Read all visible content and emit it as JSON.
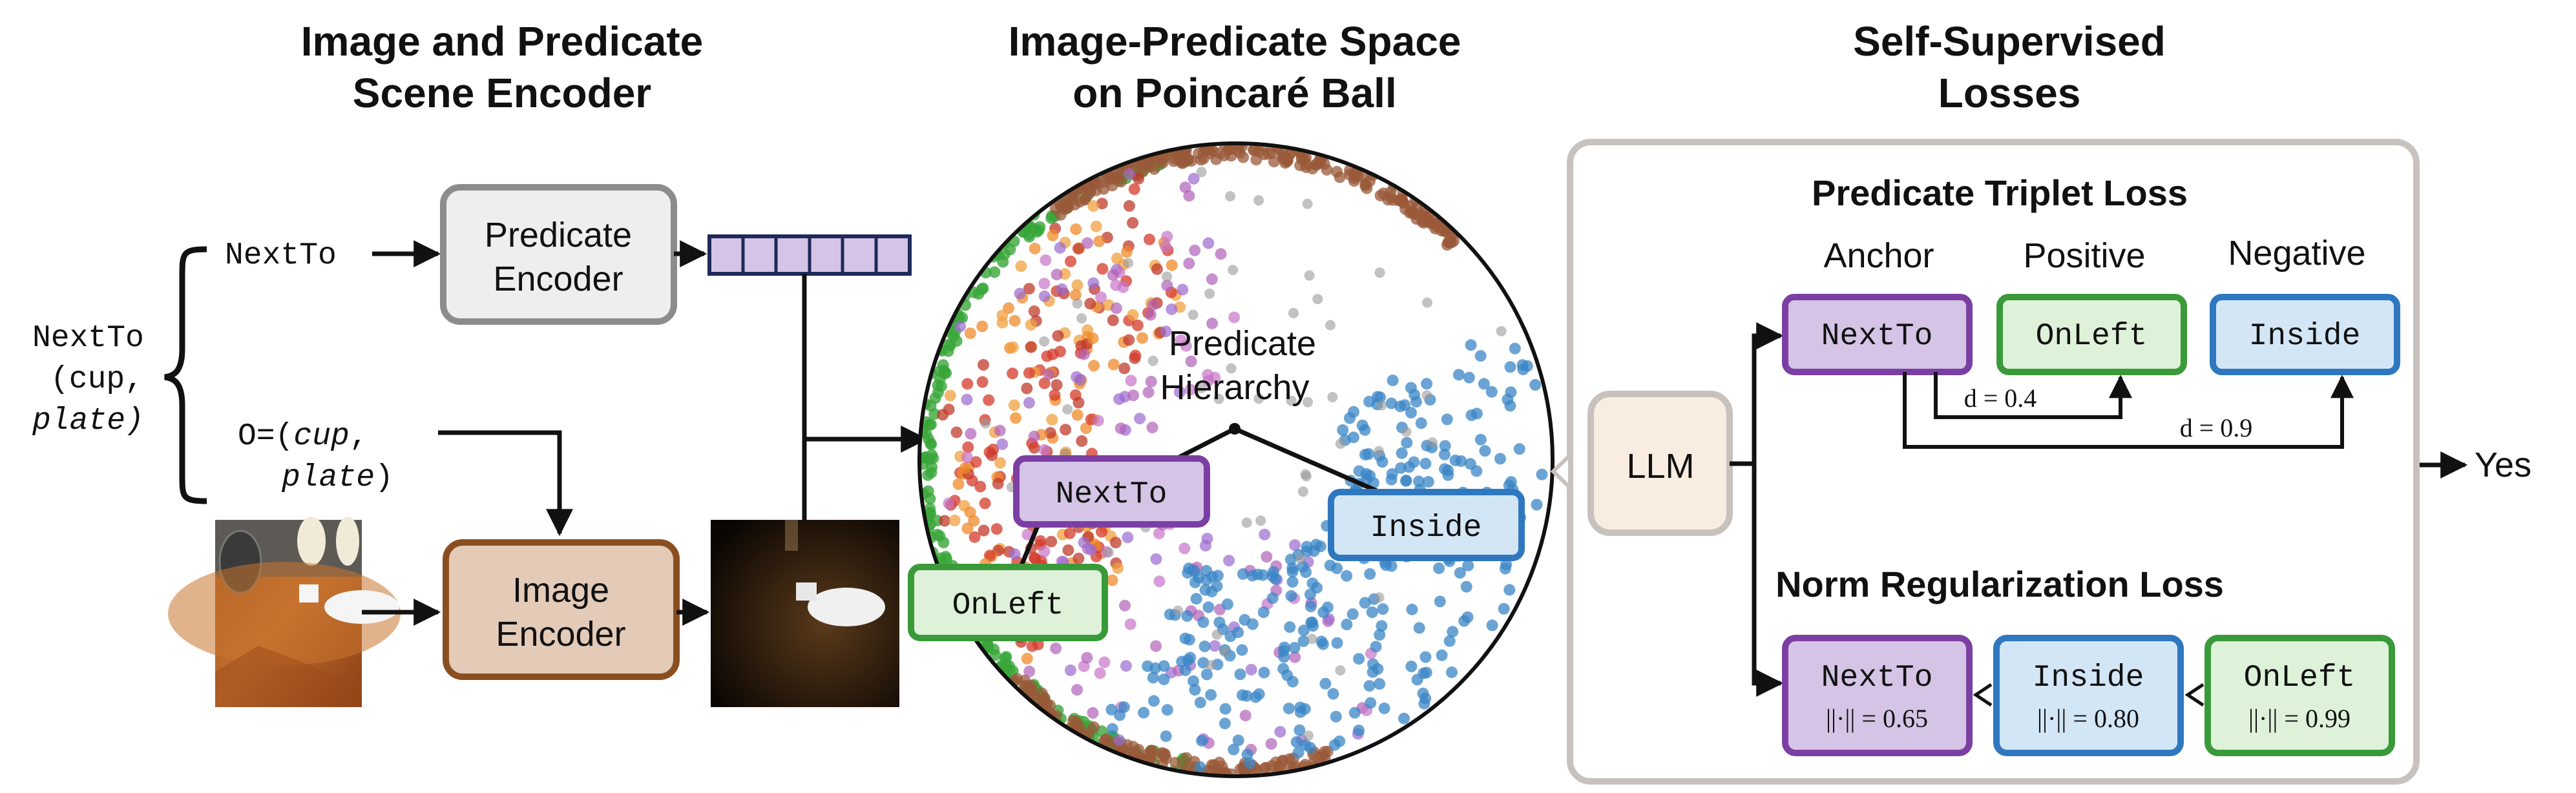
{
  "sections": {
    "encoder_title": [
      "Image and Predicate",
      "Scene Encoder"
    ],
    "space_title": [
      "Image-Predicate Space",
      "on Poincaré Ball"
    ],
    "losses_title": [
      "Self-Supervised",
      "Losses"
    ]
  },
  "input": {
    "query_lines": [
      "NextTo",
      "(cup,",
      "plate)"
    ],
    "predicate": "NextTo",
    "objects_prefix": "O=(",
    "obj1": "cup",
    "obj1_sep": ",",
    "obj2": "plate",
    "objects_suffix": ")"
  },
  "encoders": {
    "predicate_encoder": [
      "Predicate",
      "Encoder"
    ],
    "image_encoder": [
      "Image",
      "Encoder"
    ]
  },
  "ball": {
    "hierarchy_label": [
      "Predicate",
      "Hierarchy"
    ],
    "nodes": {
      "nextto": "NextTo",
      "inside": "Inside",
      "onleft": "OnLeft"
    }
  },
  "losses": {
    "llm": "LLM",
    "triplet_title": "Predicate Triplet Loss",
    "anchor_label": "Anchor",
    "positive_label": "Positive",
    "negative_label": "Negative",
    "anchor": "NextTo",
    "positive": "OnLeft",
    "negative": "Inside",
    "d_pos": "d = 0.4",
    "d_neg": "d = 0.9",
    "norm_title": "Norm Regularization Loss",
    "norm_items": [
      {
        "name": "NextTo",
        "norm": "||·|| = 0.65"
      },
      {
        "name": "Inside",
        "norm": "||·|| = 0.80"
      },
      {
        "name": "OnLeft",
        "norm": "||·|| = 0.99"
      }
    ],
    "output": "Yes"
  },
  "colors": {
    "purple_fill": "#d5c4e6",
    "purple_stroke": "#7b3fa3",
    "blue_fill": "#d3e6f6",
    "blue_stroke": "#2f78c0",
    "green_fill": "#ddf2d8",
    "green_stroke": "#3a9a3a",
    "gray_fill": "#eeeeee",
    "gray_stroke": "#8c8c8c",
    "brown_fill": "#e3cbb8",
    "brown_stroke": "#8a4f21",
    "llm_fill": "#f9ece0",
    "panel_stroke": "#c7c2bd"
  }
}
